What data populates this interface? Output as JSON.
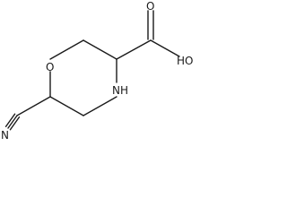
{
  "molecule": {
    "labels": {
      "ring_oxygen": "O",
      "ring_nitrogen": "NH",
      "carbonyl_oxygen": "O",
      "hydroxyl": "HO",
      "nitrile_nitrogen": "N"
    }
  }
}
